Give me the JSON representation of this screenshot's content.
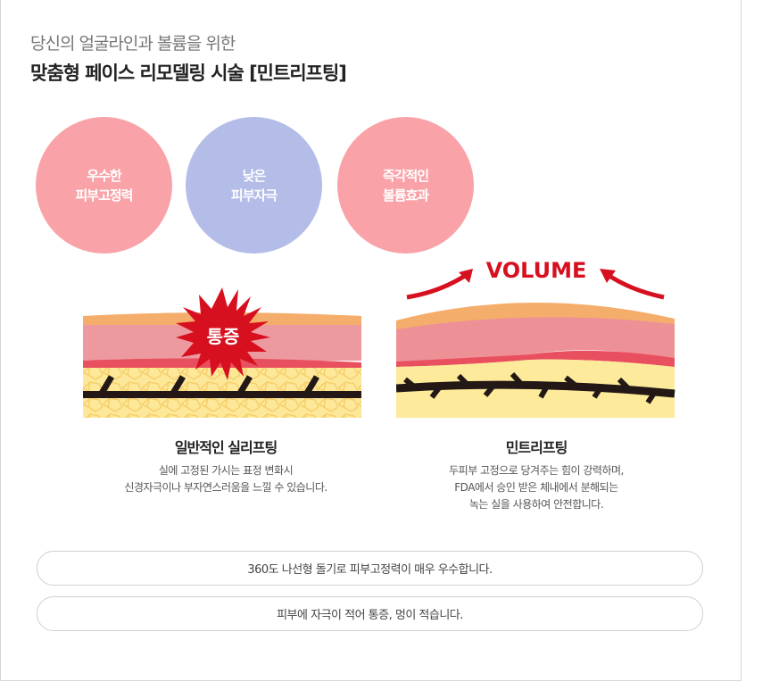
{
  "header": {
    "subtitle": "당신의 얼굴라인과 볼륨을 위한",
    "title": "맞춤형 페이스 리모델링 시술 [민트리프팅]"
  },
  "features": [
    {
      "line1": "우수한",
      "line2": "피부고정력",
      "color": "#f9a3a8"
    },
    {
      "line1": "낮은",
      "line2": "피부자극",
      "color": "#b4bce8"
    },
    {
      "line1": "즉각적인",
      "line2": "볼륨효과",
      "color": "#f9a3a8"
    }
  ],
  "comparison": [
    {
      "badge": "통증",
      "heading": "일반적인 실리프팅",
      "desc1": "실에 고정된 가시는 표정 변화시",
      "desc2": "신경자극이나 부자연스러움을 느낄 수 있습니다."
    },
    {
      "badge": "VOLUME",
      "heading": "민트리프팅",
      "desc1": "두피부 고정으로 당겨주는 힘이 강력하며,",
      "desc2": "FDA에서 승인 받은 체내에서 분해되는",
      "desc3": "녹는 실을 사용하여 안전합니다."
    }
  ],
  "notes": [
    "360도 나선형 돌기로 피부고정력이 매우 우수합니다.",
    "피부에 자극이 적어 통증, 멍이 적습니다."
  ]
}
